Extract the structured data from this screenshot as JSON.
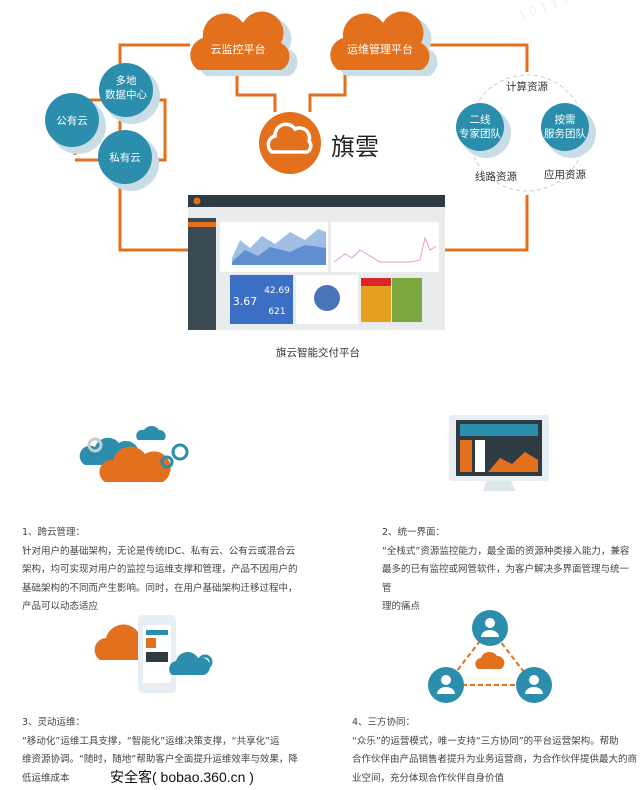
{
  "colors": {
    "orange": "#e3701c",
    "teal": "#2b8ead",
    "shadow": "#c9dde7",
    "dark": "#2f3b42",
    "blue": "#3a6fc4"
  },
  "diagram": {
    "cloud_left": "云监控平台",
    "cloud_right": "运维管理平台",
    "left_group": {
      "multi_dc": [
        "多地",
        "数据中心"
      ],
      "public": "公有云",
      "private": "私有云"
    },
    "logo_text": "旗雲",
    "right_group": {
      "expert": [
        "二线",
        "专家团队"
      ],
      "ondemand": [
        "按需",
        "服务团队"
      ],
      "compute": "计算资源",
      "line": "线路资源",
      "app": "应用资源"
    },
    "dashboard": {
      "kpi_main": "3.67",
      "kpi_a": "42.69",
      "kpi_b": "621"
    },
    "caption": "旗云智能交付平台"
  },
  "sections": [
    {
      "title": "1、跨云管理：",
      "lines": [
        "针对用户的基础架构，无论是传统IDC、私有云、公有云或混合云",
        "架构，均可实现对用户的监控与运维支撑和管理，产品不因用户的",
        "基础架构的不同而产生影响。同时，在用户基础架构迁移过程中，",
        "产品可以动态适应"
      ]
    },
    {
      "title": "2、统一界面：",
      "lines": [
        "“全栈式”资源监控能力，最全面的资源种类接入能力，兼容",
        "最多的已有监控或网管软件，为客户解决多界面管理与统一管",
        "理的痛点"
      ]
    },
    {
      "title": "3、灵动运维：",
      "lines": [
        "“移动化”运维工具支撑，“智能化”运维决策支撑，“共享化”运",
        "维资源协调。“随时，随地”帮助客户全面提升运维效率与效果，降",
        "低运维成本"
      ]
    },
    {
      "title": "4、三方协同：",
      "lines": [
        "“众乐”的运营模式，唯一支持“三方协同”的平台运营架构。帮助",
        "合作伙伴由产品销售者提升为业务运营商，为合作伙伴提供最大的商",
        "业空间，充分体现合作伙伴自身价值"
      ]
    }
  ],
  "watermark": "安全客( bobao.360.cn )"
}
